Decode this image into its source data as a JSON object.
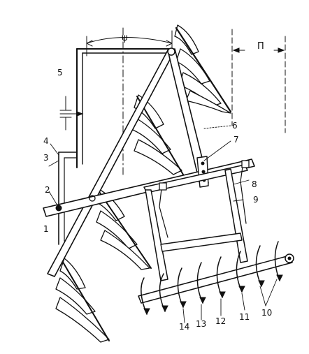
{
  "diagram": {
    "labels": {
      "l1": "1",
      "l2": "2",
      "l3": "3",
      "l4": "4",
      "l5": "5",
      "l6": "6",
      "l7": "7",
      "l8": "8",
      "l9": "9",
      "l10": "10",
      "l11": "11",
      "l12": "12",
      "l13": "13",
      "l14": "14",
      "psi": "ψ",
      "pi": "П"
    },
    "colors": {
      "ink": "#111111",
      "paper": "#ffffff"
    }
  }
}
